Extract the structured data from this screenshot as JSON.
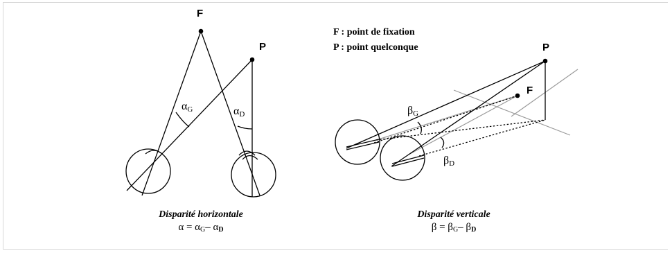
{
  "legend": {
    "fixation": "F : point de fixation",
    "generic": "P : point quelconque"
  },
  "left_diagram": {
    "point_f": "F",
    "point_p": "P",
    "alpha_g": {
      "base": "α",
      "sub": "G"
    },
    "alpha_d": {
      "base": "α",
      "sub": "D"
    },
    "caption_title": "Disparité horizontale",
    "formula": {
      "lhs": "α = α",
      "sub_g": "G",
      "minus": "– α",
      "sub_d": "D"
    }
  },
  "right_diagram": {
    "point_f": "F",
    "point_p": "P",
    "beta_g": {
      "base": "β",
      "sub": "G"
    },
    "beta_d": {
      "base": "β",
      "sub": "D"
    },
    "caption_title": "Disparité verticale",
    "formula": {
      "lhs": "β = β",
      "sub_g": "G",
      "minus": "– β",
      "sub_d": "D"
    }
  }
}
